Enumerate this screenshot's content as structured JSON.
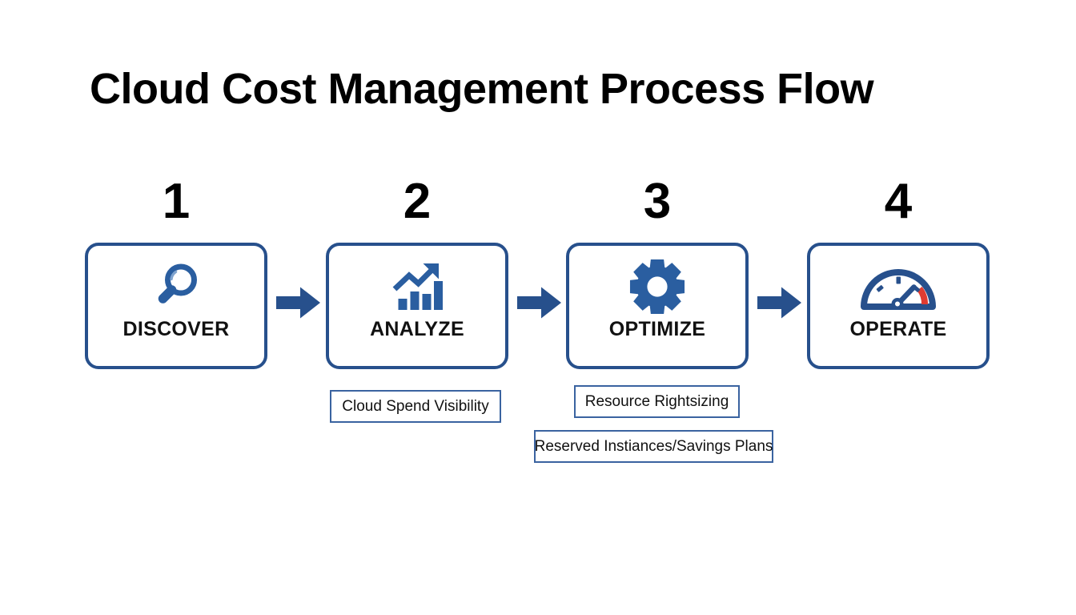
{
  "page": {
    "title": "Cloud Cost Management Process Flow",
    "background_color": "#ffffff",
    "accent_blue": "#27508C",
    "icon_blue": "#2A5EA0",
    "callout_border": "#3A63A0",
    "alert_red": "#E03C31"
  },
  "steps": [
    {
      "number": "1",
      "label": "DISCOVER",
      "icon": "magnifying-glass-icon"
    },
    {
      "number": "2",
      "label": "ANALYZE",
      "icon": "bar-chart-trend-up-icon"
    },
    {
      "number": "3",
      "label": "OPTIMIZE",
      "icon": "gear-icon"
    },
    {
      "number": "4",
      "label": "OPERATE",
      "icon": "gauge-icon"
    }
  ],
  "connectors": [
    {
      "name": "arrow-discover-to-analyze",
      "icon": "arrow-right-icon"
    },
    {
      "name": "arrow-analyze-to-optimize",
      "icon": "arrow-right-icon"
    },
    {
      "name": "arrow-optimize-to-operate",
      "icon": "arrow-right-icon"
    }
  ],
  "callouts": [
    {
      "text": "Cloud Spend Visibility",
      "attached_to": "ANALYZE"
    },
    {
      "text": "Resource Rightsizing",
      "attached_to": "OPTIMIZE"
    },
    {
      "text": "Reserved Instiances/Savings Plans",
      "attached_to": "OPTIMIZE"
    }
  ]
}
